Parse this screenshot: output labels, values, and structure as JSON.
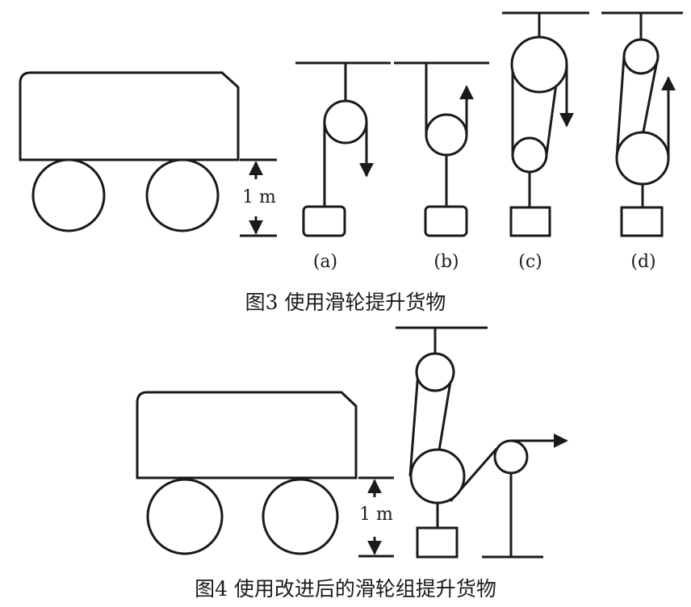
{
  "fig3": {
    "dimension_label": "1 m",
    "labels": [
      "(a)",
      "(b)",
      "(c)",
      "(d)"
    ],
    "caption": "图3  使用滑轮提升货物"
  },
  "fig4": {
    "dimension_label": "1 m",
    "caption": "图4  使用改进后的滑轮组提升货物"
  }
}
